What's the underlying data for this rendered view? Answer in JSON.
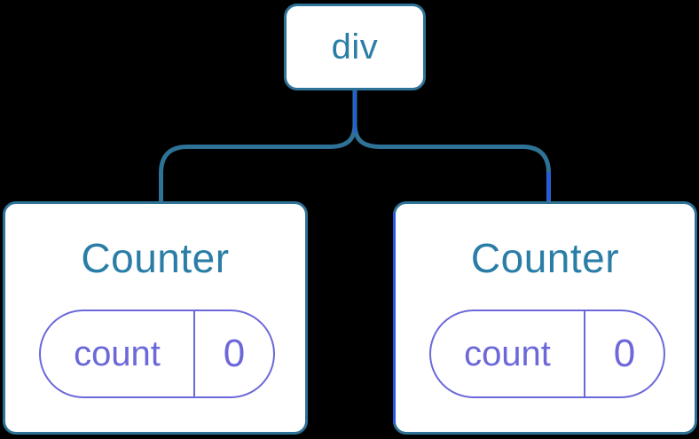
{
  "diagram": {
    "root": {
      "label": "div"
    },
    "children": [
      {
        "title": "Counter",
        "state": {
          "key": "count",
          "value": "0"
        },
        "highlighted": false
      },
      {
        "title": "Counter",
        "state": {
          "key": "count",
          "value": "0"
        },
        "highlighted": true
      }
    ]
  },
  "theme": {
    "background": "#000000",
    "card_fill": "#ffffff",
    "steel": "#2e7397",
    "label_teal": "#2a7da6",
    "highlight_blue": "#2458e6",
    "state_purple": "#6c68d9"
  }
}
